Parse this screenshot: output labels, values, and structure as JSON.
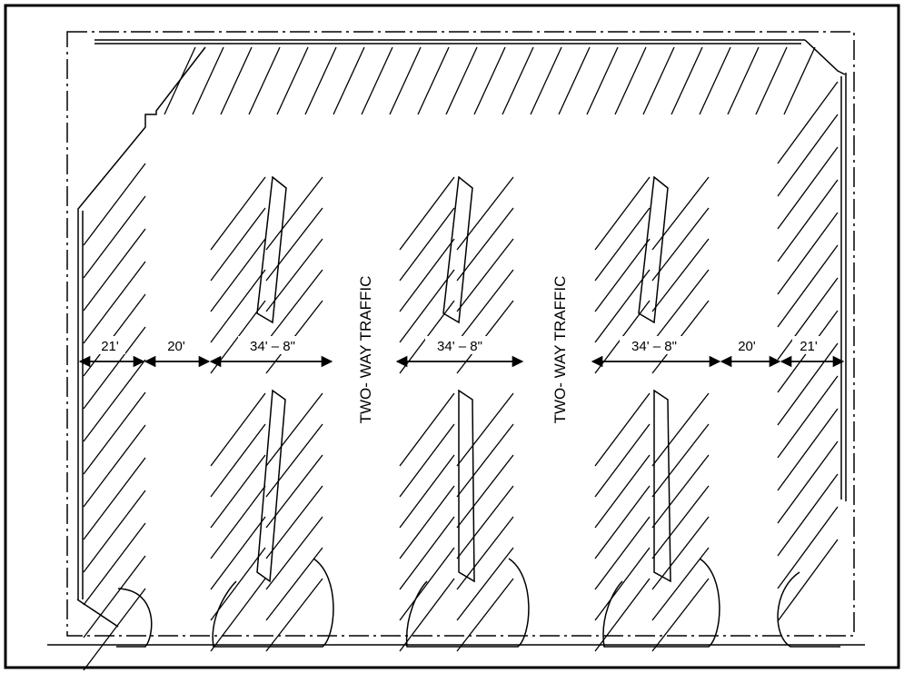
{
  "diagram": {
    "kind": "parking-lot-layout",
    "labels": {
      "dim_21_left": "21'",
      "dim_20_left": "20'",
      "dim_34_8_a": "34' – 8\"",
      "dim_34_8_b": "34' – 8\"",
      "dim_34_8_c": "34' – 8\"",
      "dim_20_right": "20'",
      "dim_21_right": "21'",
      "traffic_1": "TWO- WAY TRAFFIC",
      "traffic_2": "TWO- WAY TRAFFIC"
    },
    "colors": {
      "ink": "#000000",
      "paper": "#ffffff"
    }
  }
}
